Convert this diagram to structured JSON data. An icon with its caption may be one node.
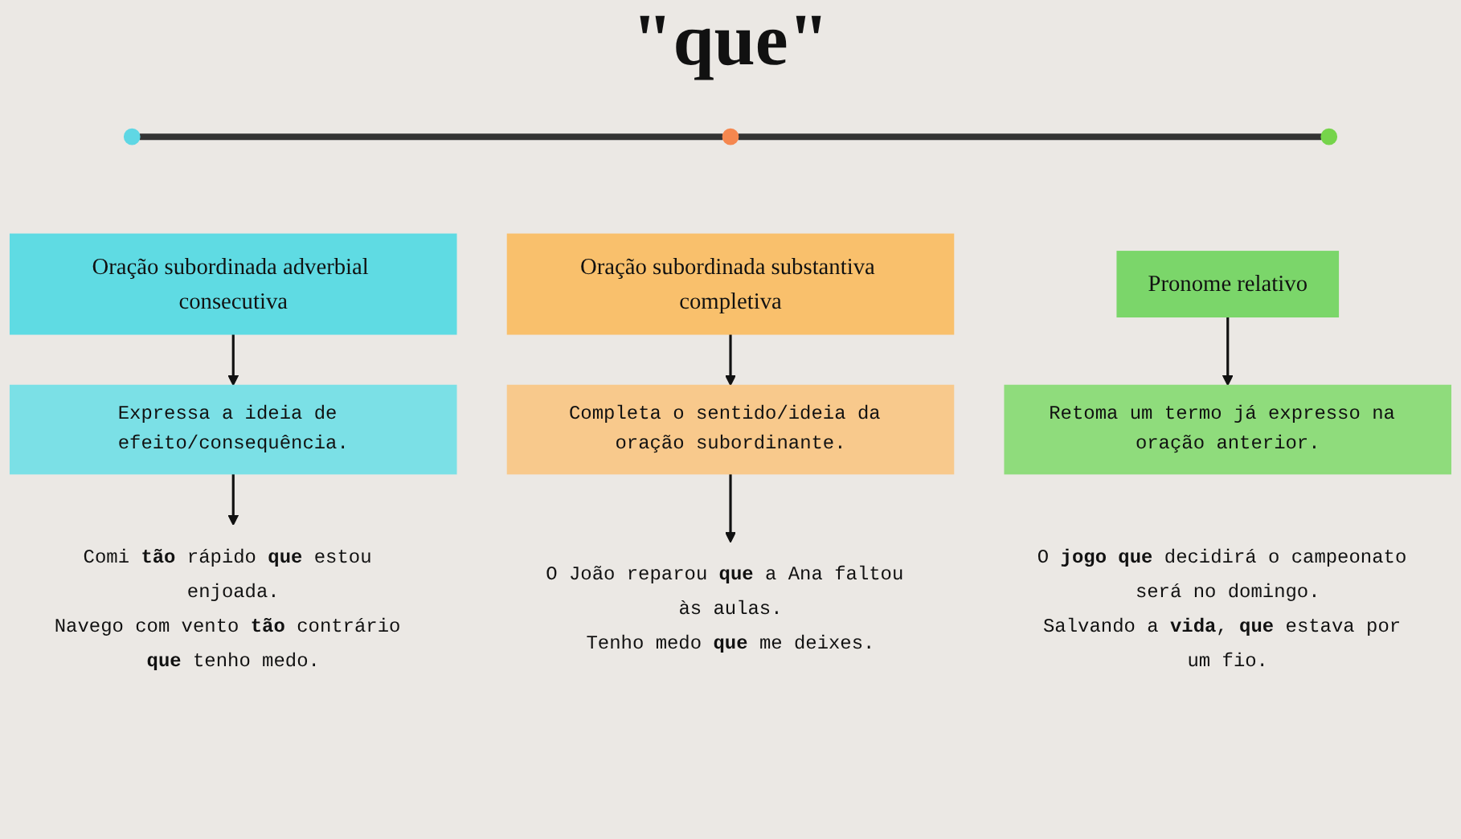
{
  "diagram": {
    "title": "\"que\"",
    "nodes": [
      {
        "text": [],
        "shape": "circle"
      },
      {
        "text": [],
        "shape": "circle"
      },
      {
        "text": [],
        "shape": "circle"
      },
      {
        "text": [
          "Oração subordinada adverbial consecutiva"
        ]
      },
      {
        "text": [
          "Oração subordinada substantiva completiva"
        ]
      },
      {
        "text": [
          "Pronome relativo"
        ]
      },
      {
        "text": [
          "Expressa a ideia de efeito/consequência."
        ]
      },
      {
        "text": [
          "Completa o sentido/ideia da oração subordinante."
        ]
      },
      {
        "text": [
          "Retoma um termo já expresso na oração anterior."
        ]
      },
      {
        "text": [
          "Comi **tão** rápido **que** estou enjoada.",
          "Navego com vento **tão** contrário **que** tenho medo."
        ]
      },
      {
        "text": [
          "O João reparou **que** a Ana faltou às aulas.",
          "Tenho medo **que** me deixes."
        ]
      },
      {
        "text": [
          "O **jogo que** decidirá o campeonato será no domingo.",
          "Salvando a **vida**, **que** estava por um fio."
        ]
      }
    ],
    "edges": [
      {
        "from": 0,
        "to": 1,
        "arrow": "none",
        "style": "thick"
      },
      {
        "from": 1,
        "to": 2,
        "arrow": "none",
        "style": "thick"
      },
      {
        "from": 3,
        "to": 6,
        "arrow": "to"
      },
      {
        "from": 6,
        "to": 9,
        "arrow": "to"
      },
      {
        "from": 4,
        "to": 7,
        "arrow": "to"
      },
      {
        "from": 7,
        "to": 10,
        "arrow": "to"
      },
      {
        "from": 5,
        "to": 8,
        "arrow": "to"
      }
    ]
  }
}
